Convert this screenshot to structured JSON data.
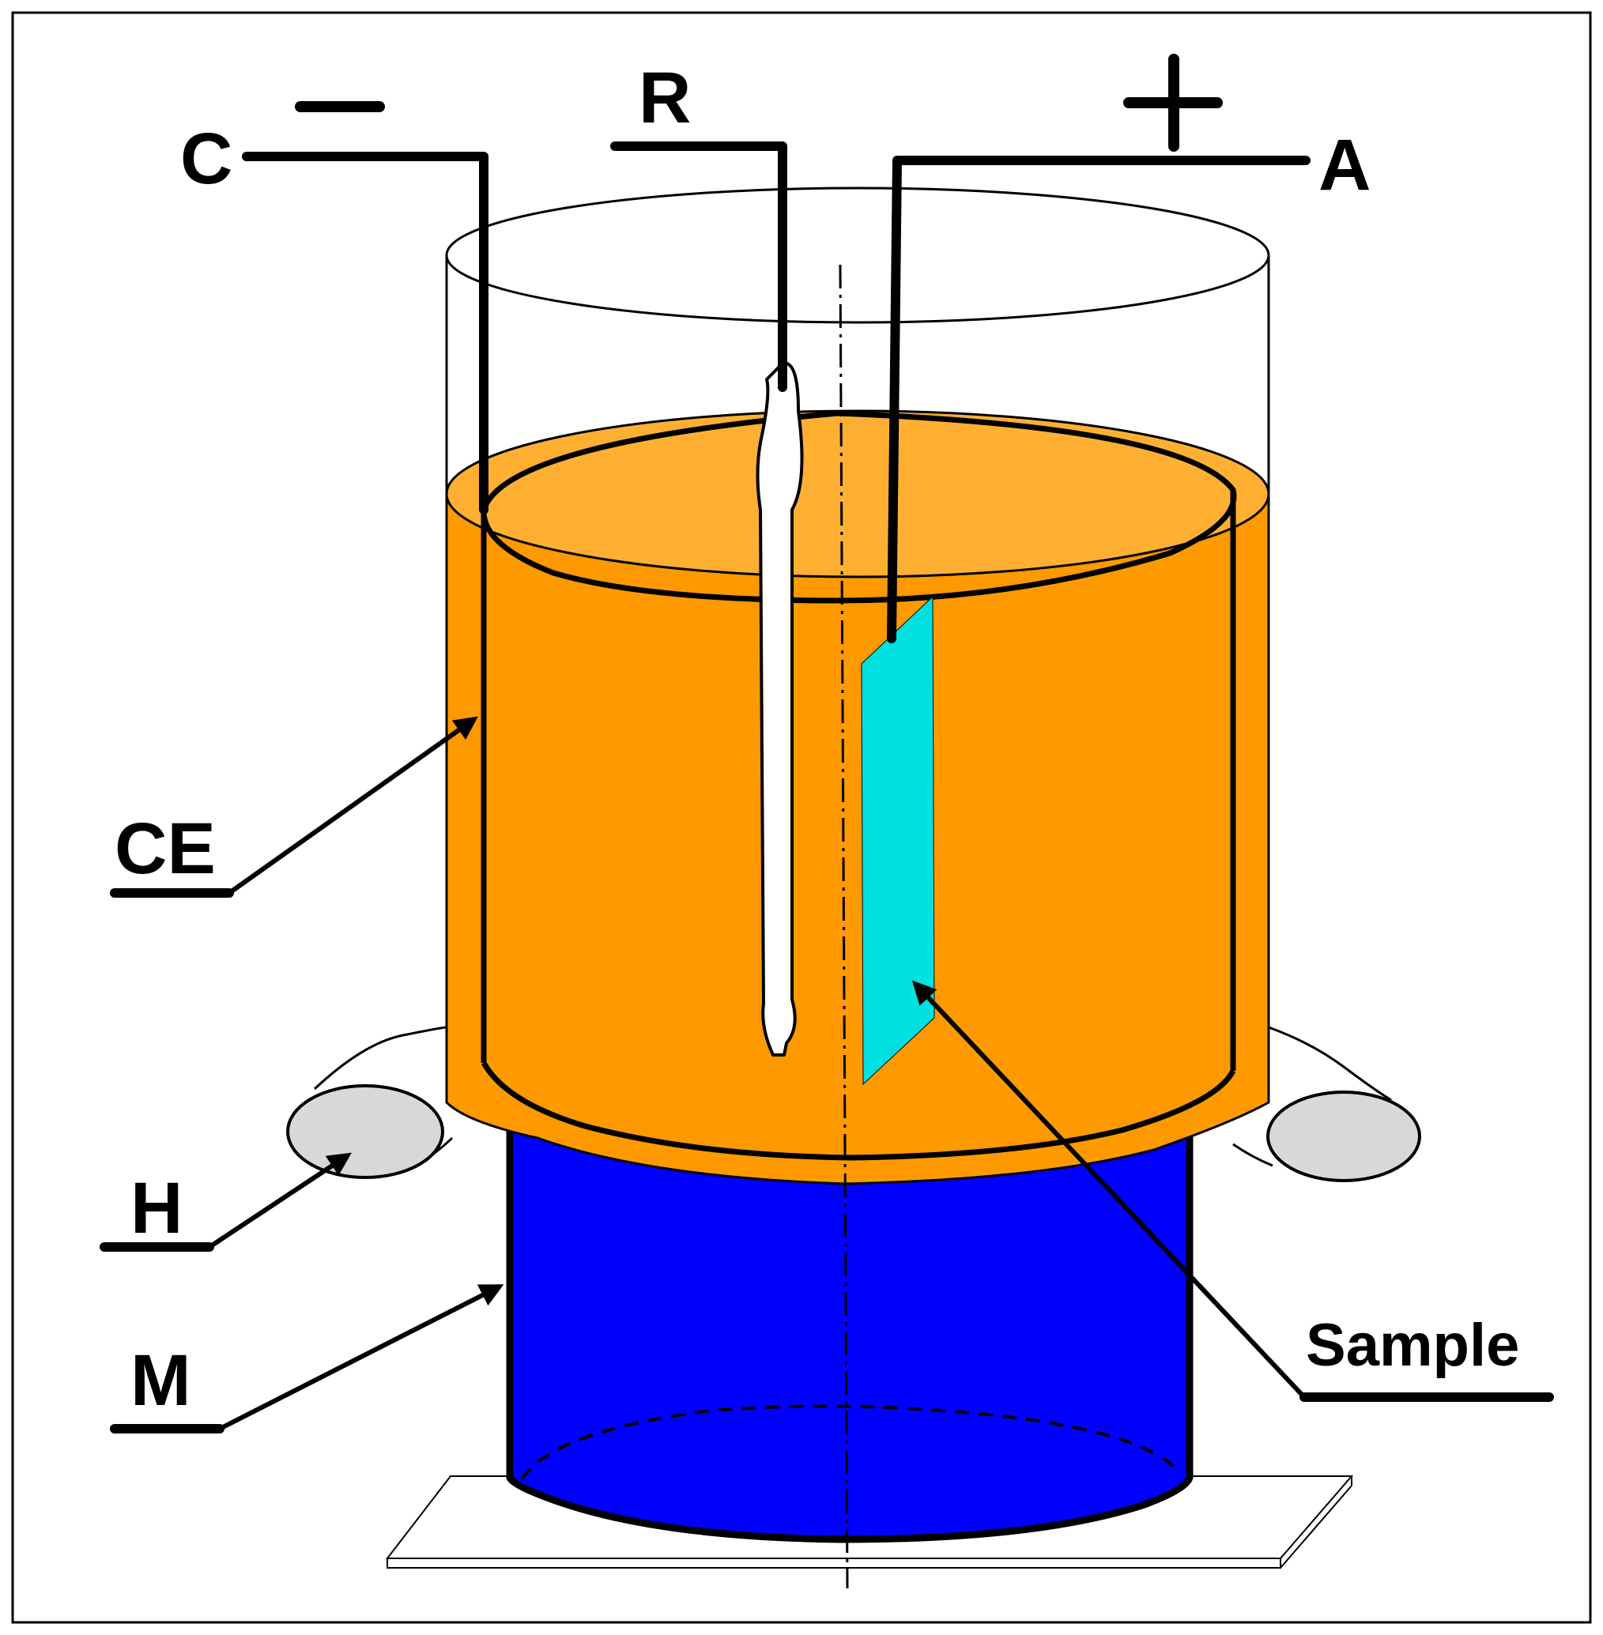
{
  "labels": {
    "c": "C",
    "r": "R",
    "a": "A",
    "ce": "CE",
    "h": "H",
    "m": "M",
    "sample": "Sample"
  },
  "signs": {
    "minus": "−",
    "plus": "+"
  },
  "colors": {
    "electrolyte": "#FF9900",
    "electrolyte_top": "#FFB033",
    "magnet_body": "#0000FF",
    "sample": "#00E0E0",
    "holder": "#D8D8D8",
    "reference_electrode": "#FFFFFF",
    "line": "#000000"
  }
}
